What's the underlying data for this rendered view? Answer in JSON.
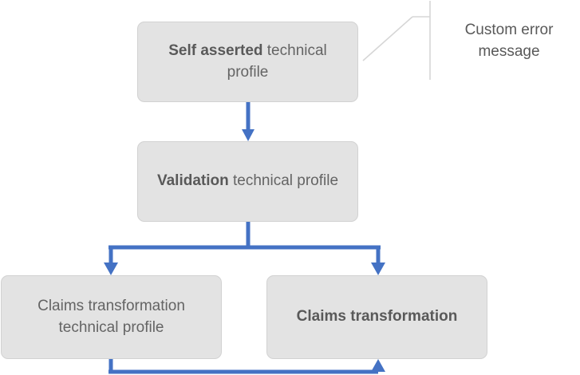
{
  "diagram": {
    "type": "flow-diagram",
    "background_color": "#FFFFFF",
    "node_fill": "#E3E3E3",
    "node_border": "#D2D2D2",
    "arrow_color": "#4472C4",
    "text_color": "#646464",
    "bold_text_color": "#595959",
    "nodes": [
      {
        "id": "self-asserted",
        "bold_text": "Self asserted",
        "rest_text": " technical profile"
      },
      {
        "id": "validation",
        "bold_text": "Validation",
        "rest_text": " technical profile"
      },
      {
        "id": "claims-transformation-technical-profile",
        "line1": "Claims transformation",
        "line2": "technical profile"
      },
      {
        "id": "claims-transformation",
        "bold_text": "Claims transformation"
      }
    ],
    "callout": {
      "line1": "Custom error",
      "line2": "message"
    }
  }
}
